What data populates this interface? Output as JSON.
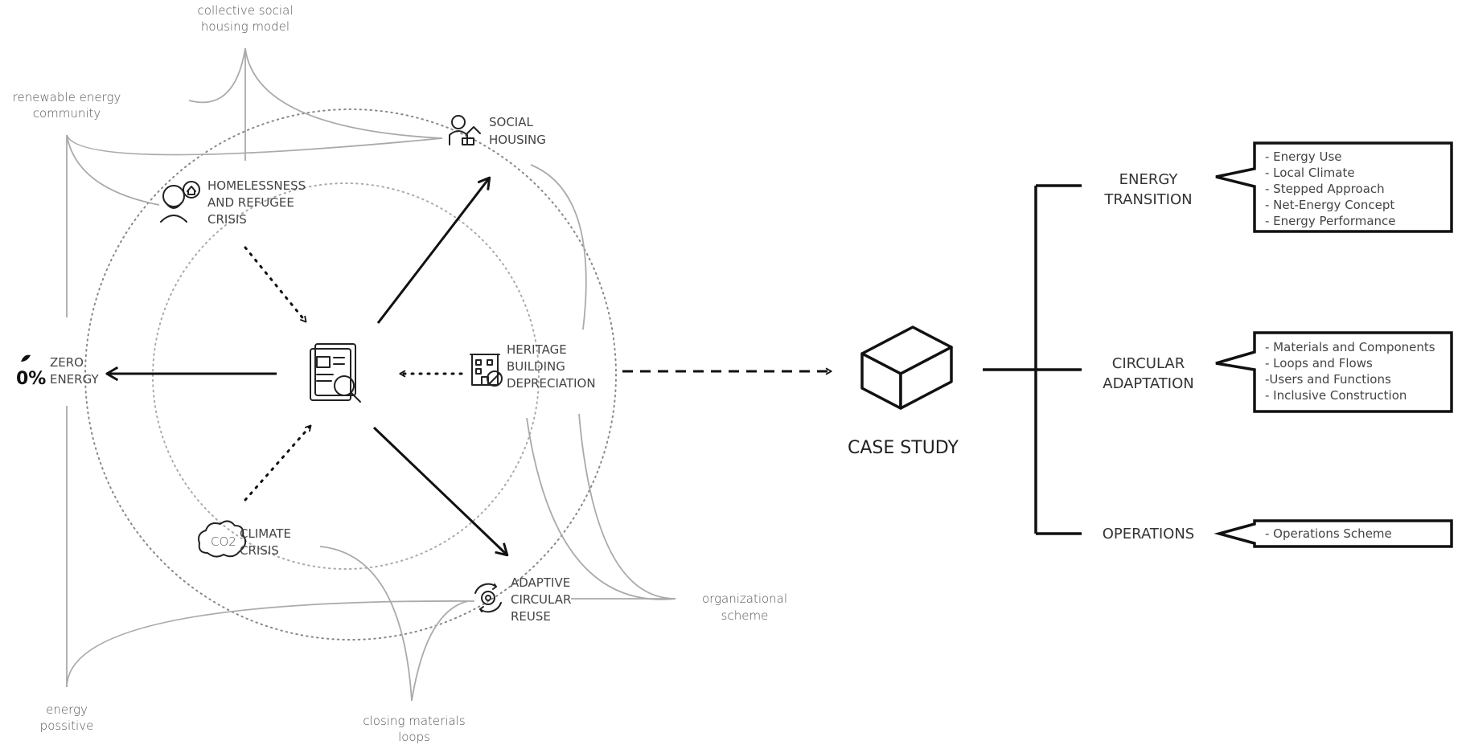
{
  "peripheral_labels": {
    "collective_social_housing": [
      "collective social",
      "housing model"
    ],
    "renewable_energy_community": [
      "renewable energy",
      "community"
    ],
    "energy_possitive": [
      "energy",
      "possitive"
    ],
    "closing_materials_loops": [
      "closing materials",
      "loops"
    ],
    "organizational_scheme": [
      "organizational",
      "scheme"
    ]
  },
  "nodes": {
    "social_housing": [
      "SOCIAL",
      "HOUSING"
    ],
    "homelessness": [
      "HOMELESSNESS",
      "AND REFUGEE",
      "CRISIS"
    ],
    "zero_energy": [
      "ZERO",
      "ENERGY"
    ],
    "zero_energy_icon_text": "0%",
    "heritage": [
      "HERITAGE",
      "BUILDING",
      "DEPRECIATION"
    ],
    "climate": [
      "CLIMATE",
      "CRISIS"
    ],
    "climate_icon_text": "CO2",
    "adaptive": [
      "ADAPTIVE",
      "CIRCULAR",
      "REUSE"
    ]
  },
  "case_study": "CASE STUDY",
  "branches": [
    {
      "label": [
        "ENERGY",
        "TRANSITION"
      ],
      "bullets": [
        "- Energy Use",
        "- Local Climate",
        "- Stepped Approach",
        "- Net-Energy Concept",
        "- Energy Performance"
      ]
    },
    {
      "label": [
        "CIRCULAR",
        "ADAPTATION"
      ],
      "bullets": [
        "- Materials and Components",
        "- Loops and Flows",
        "-Users and Functions",
        "- Inclusive Construction"
      ]
    },
    {
      "label": [
        "OPERATIONS"
      ],
      "bullets": [
        "- Operations Scheme"
      ]
    }
  ]
}
